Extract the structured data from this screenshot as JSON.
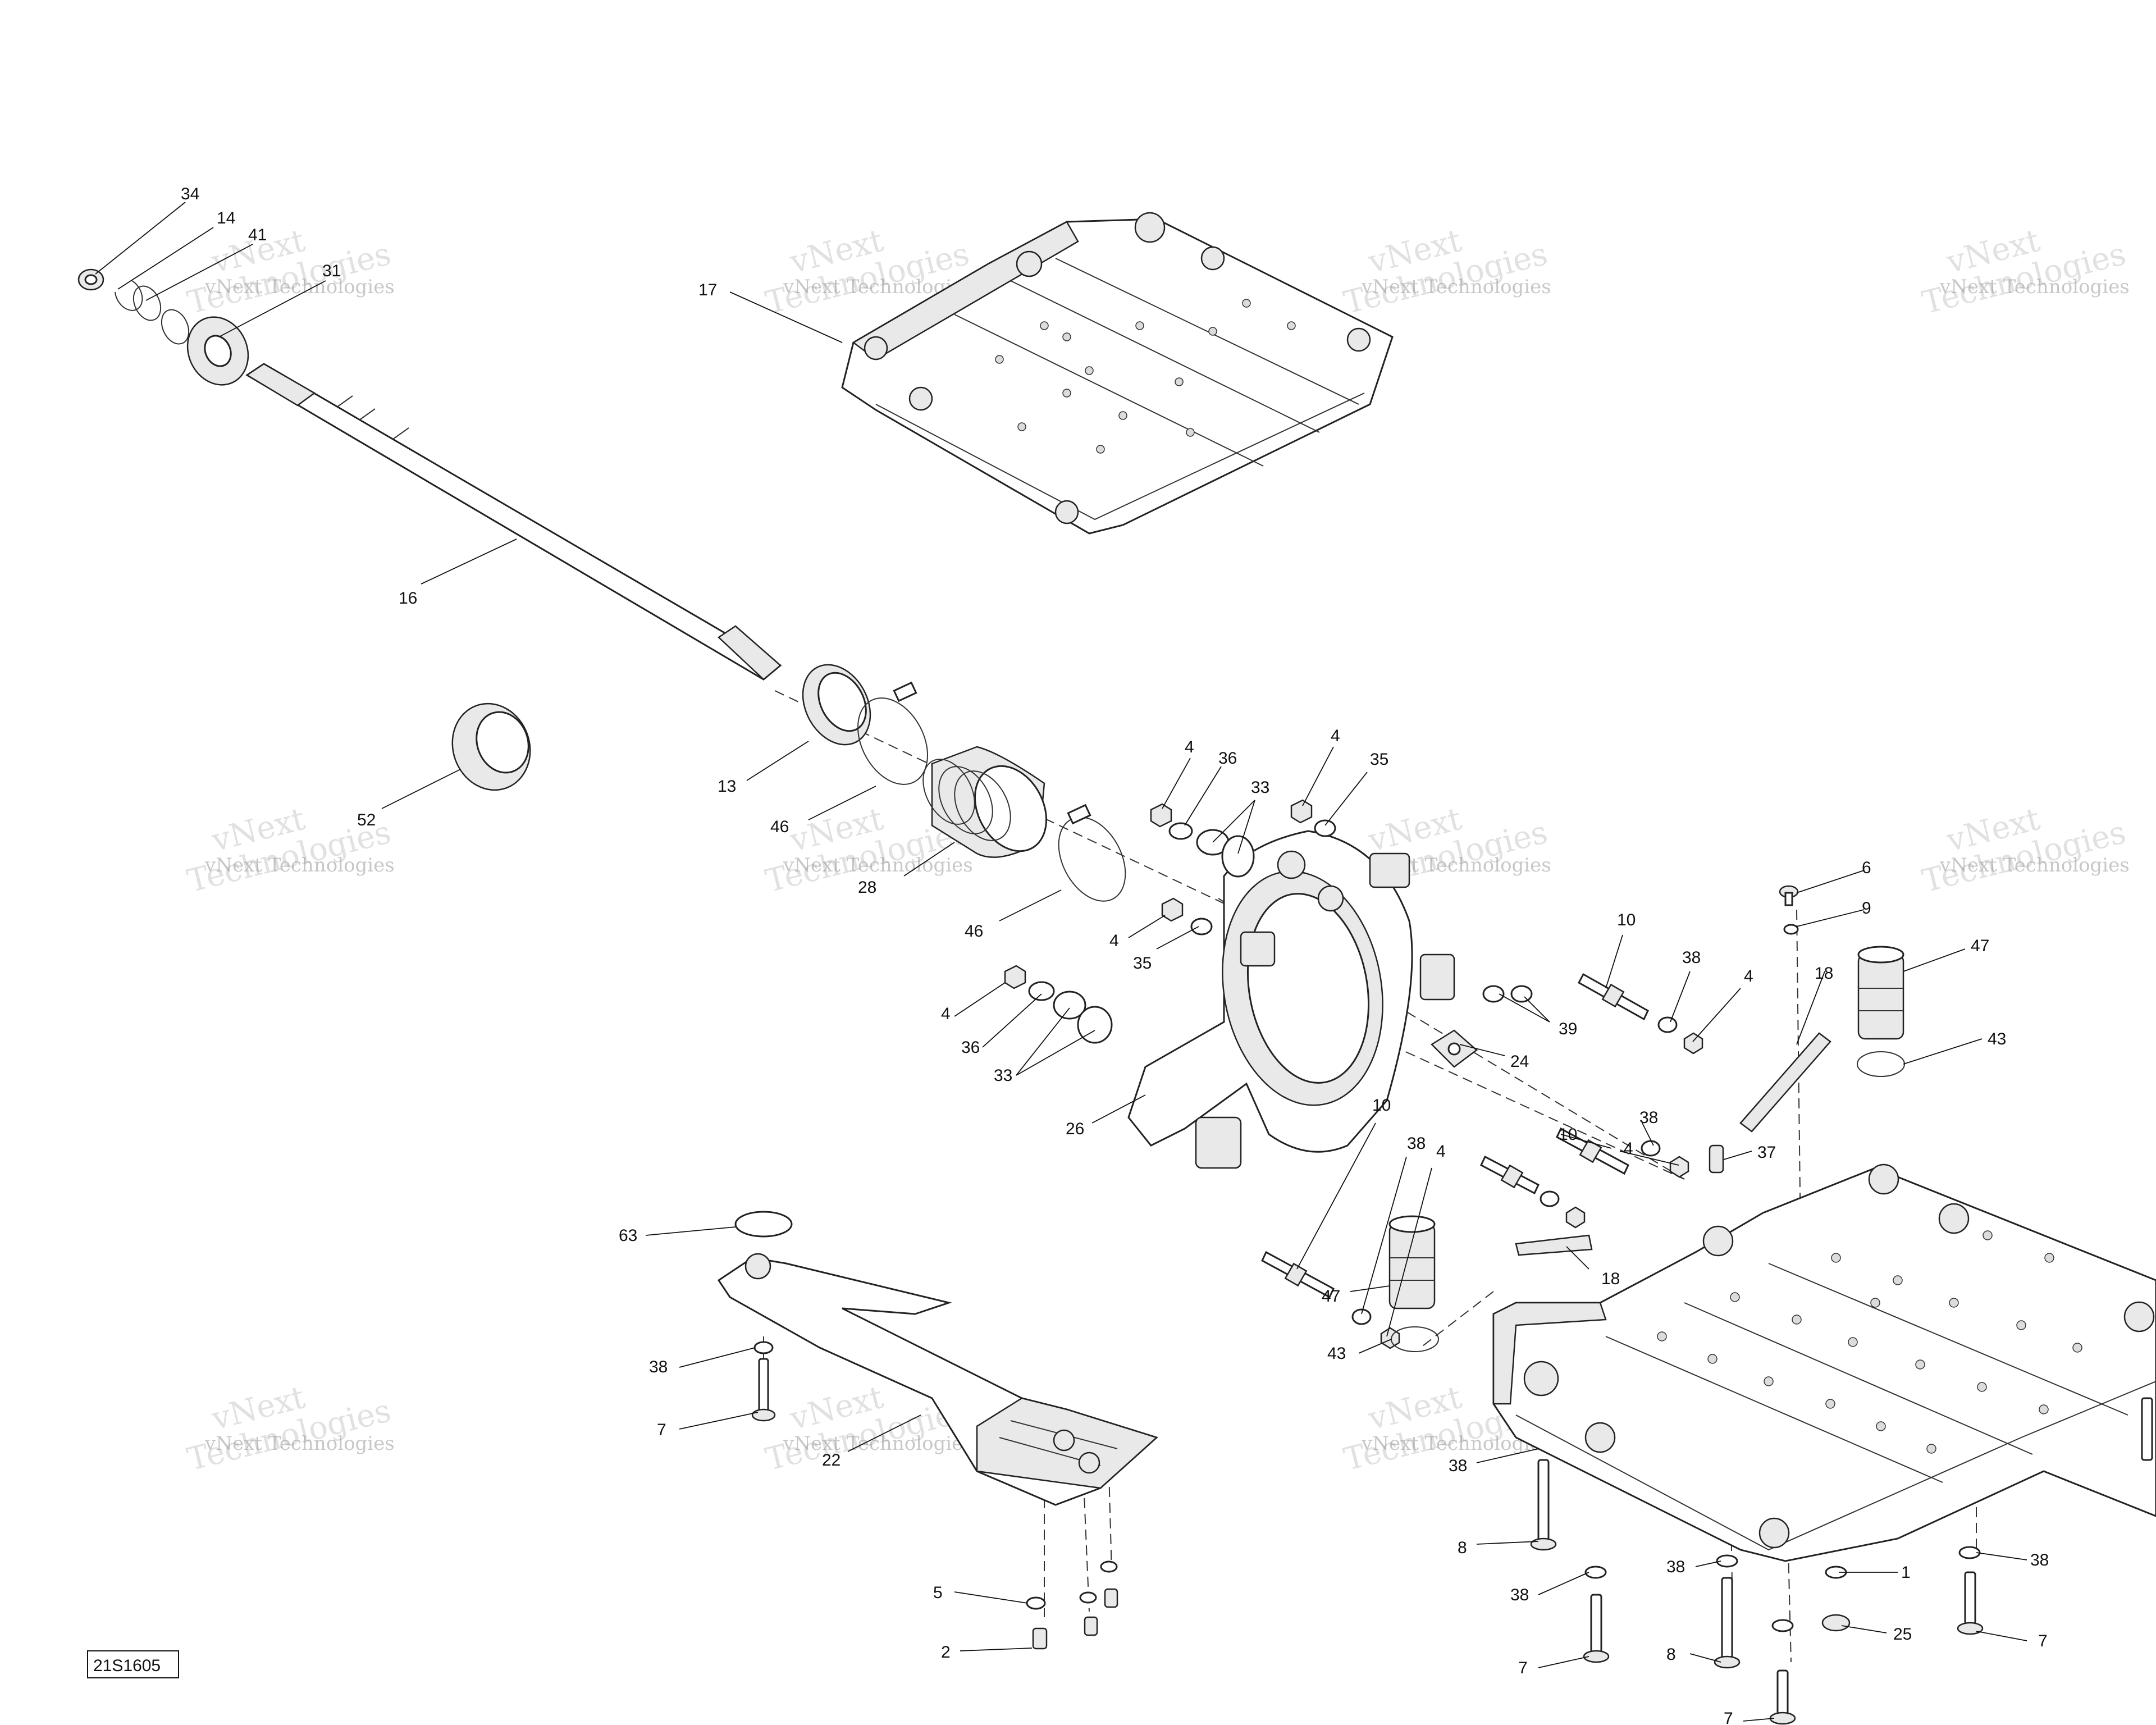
{
  "figure_id": "21S1605",
  "watermark": {
    "line1": "vNext",
    "line2": "Technologies",
    "full": "vNext Technologies"
  },
  "callouts": {
    "c34": "34",
    "c14": "14",
    "c41": "41",
    "c31": "31",
    "c17": "17",
    "c16": "16",
    "c13": "13",
    "c52": "52",
    "c46a": "46",
    "c28": "28",
    "c46b": "46",
    "c4a": "4",
    "c36a": "36",
    "c33a": "33",
    "c4b": "4",
    "c35a": "35",
    "c4c": "4",
    "c35b": "35",
    "c4d": "4",
    "c36b": "36",
    "c33b": "33",
    "c26": "26",
    "c39": "39",
    "c24": "24",
    "c10a": "10",
    "c38a": "38",
    "c4e": "4",
    "c10b": "10",
    "c38b": "38",
    "c4f": "4",
    "c10c": "10",
    "c38c": "38",
    "c4g": "4",
    "c6": "6",
    "c9": "9",
    "c18a": "18",
    "c47a": "47",
    "c43a": "43",
    "c37": "37",
    "c18b": "18",
    "c47b": "47",
    "c43b": "43",
    "c63": "63",
    "c38d": "38",
    "c7a": "7",
    "c22": "22",
    "c5": "5",
    "c2": "2",
    "c38e": "38",
    "c8a": "8",
    "c38f": "38",
    "c38g": "38",
    "c7b": "7",
    "c8b": "8",
    "c7c": "7",
    "c1": "1",
    "c25": "25",
    "c38h": "38",
    "c7d": "7"
  }
}
